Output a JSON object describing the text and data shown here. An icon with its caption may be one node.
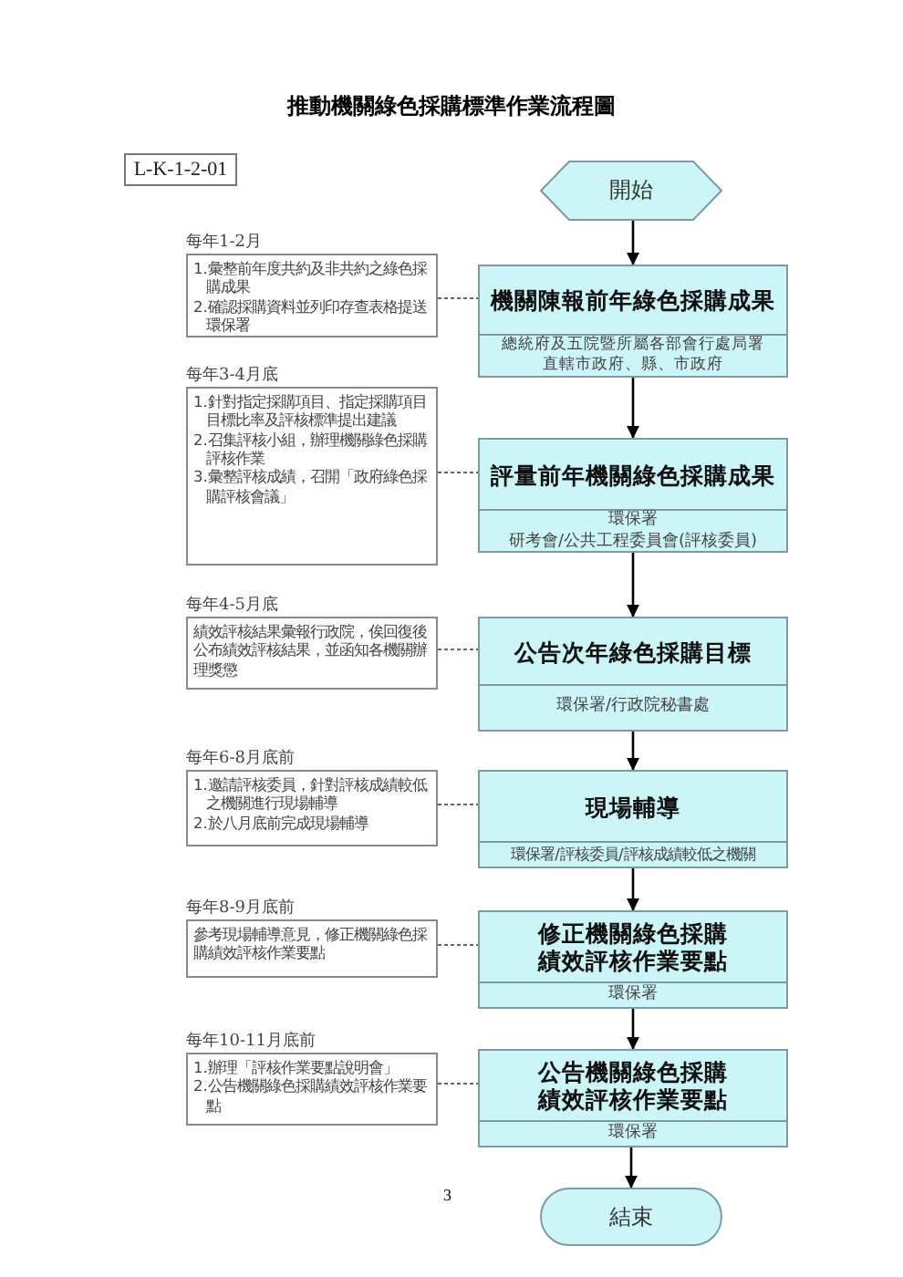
{
  "diagram": {
    "title": "推動機關綠色採購標準作業流程圖",
    "nodes": [
      {
        "text": [
          "L-K-1-2-01"
        ]
      },
      {
        "text": [
          "開始"
        ]
      },
      {
        "text": [
          "每年1-2月",
          "1.彙整前年度共約及非共約之綠色採購成果",
          "2.確認採購資料並列印存查表格提送環保署"
        ]
      },
      {
        "text": [
          "機關陳報前年綠色採購成果",
          "總統府及五院暨所屬各部會行處局署",
          "直轄市政府、縣、市政府"
        ]
      },
      {
        "text": [
          "每年3-4月底",
          "1.針對指定採購項目、指定採購項目目標比率及評核標準提出建議",
          "2.召集評核小組，辦理機關綠色採購評核作業",
          "3.彙整評核成績，召開「政府綠色採購評核會議」"
        ]
      },
      {
        "text": [
          "評量前年機關綠色採購成果",
          "環保署",
          "研考會/公共工程委員會(評核委員)"
        ]
      },
      {
        "text": [
          "每年4-5月底",
          "績效評核結果彙報行政院，俟回復後公布績效評核結果，並函知各機關辦理獎懲"
        ]
      },
      {
        "text": [
          "公告次年綠色採購目標",
          "環保署/行政院秘書處"
        ]
      },
      {
        "text": [
          "每年6-8月底前",
          "1.邀請評核委員，針對評核成績較低之機關進行現場輔導",
          "2.於八月底前完成現場輔導"
        ]
      },
      {
        "text": [
          "現場輔導",
          "環保署/評核委員/評核成績較低之機關"
        ]
      },
      {
        "text": [
          "每年8-9月底前",
          "參考現場輔導意見，修正機關綠色採購績效評核作業要點"
        ]
      },
      {
        "text": [
          "修正機關綠色採購績效評核作業要點",
          "環保署"
        ]
      },
      {
        "text": [
          "每年10-11月底前",
          "1.辦理「評核作業要點說明會」",
          "2.公告機關綠色採購績效評核作業要點"
        ]
      },
      {
        "text": [
          "公告機關綠色採購績效評核作業要點",
          "環保署"
        ]
      },
      {
        "text": [
          "結束"
        ]
      }
    ],
    "edges": [
      {
        "from": 1,
        "to": 3,
        "arrow": "to"
      },
      {
        "from": 3,
        "to": 5,
        "arrow": "to"
      },
      {
        "from": 5,
        "to": 7,
        "arrow": "to"
      },
      {
        "from": 7,
        "to": 9,
        "arrow": "to"
      },
      {
        "from": 9,
        "to": 11,
        "arrow": "to"
      },
      {
        "from": 11,
        "to": 13,
        "arrow": "to"
      },
      {
        "from": 13,
        "to": 14,
        "arrow": "to"
      },
      {
        "from": 2,
        "to": 3,
        "arrow": "none",
        "style": "dashed",
        "color": "#666666"
      },
      {
        "from": 4,
        "to": 5,
        "arrow": "none",
        "style": "dashed",
        "color": "#666666"
      },
      {
        "from": 6,
        "to": 7,
        "arrow": "none",
        "style": "dashed",
        "color": "#666666"
      },
      {
        "from": 8,
        "to": 9,
        "arrow": "none",
        "style": "dashed",
        "color": "#666666"
      },
      {
        "from": 10,
        "to": 11,
        "arrow": "none",
        "style": "dashed",
        "color": "#666666"
      },
      {
        "from": 12,
        "to": 13,
        "arrow": "none",
        "style": "dashed",
        "color": "#666666"
      }
    ],
    "labels": [
      "3"
    ]
  }
}
